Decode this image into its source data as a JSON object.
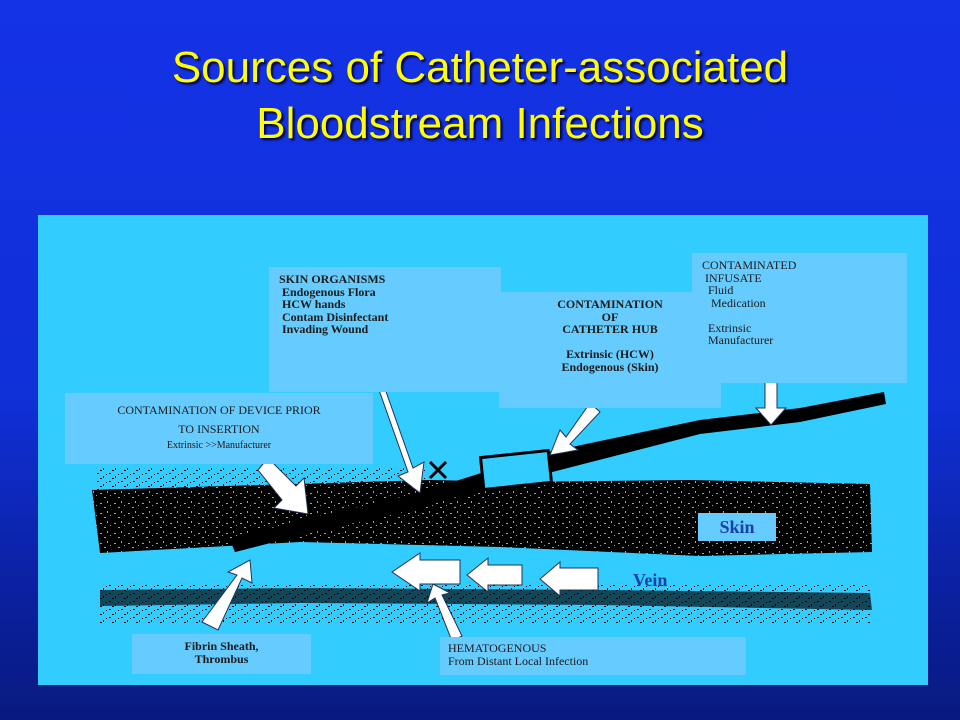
{
  "slide": {
    "title_line1": "Sources of Catheter-associated",
    "title_line2": "Bloodstream Infections"
  },
  "diagram": {
    "skin_organisms": {
      "lines": [
        "SKIN ORGANISMS",
        " Endogenous Flora",
        " HCW hands",
        " Contam Disinfectant",
        " Invading Wound"
      ]
    },
    "catheter_hub": {
      "lines": [
        "CONTAMINATION",
        "OF",
        "CATHETER HUB",
        "",
        "Extrinsic (HCW)",
        "Endogenous (Skin)"
      ]
    },
    "infusate": {
      "lines": [
        "CONTAMINATED",
        " INFUSATE",
        "  Fluid",
        "   Medication",
        "",
        "  Extrinsic",
        "  Manufacturer"
      ]
    },
    "device_prior": {
      "line1": "CONTAMINATION OF DEVICE PRIOR",
      "line2": "TO INSERTION",
      "line3": "Extrinsic >>Manufacturer"
    },
    "fibrin": {
      "line1": "Fibrin Sheath,",
      "line2": "Thrombus"
    },
    "hematogenous": {
      "line1": "HEMATOGENOUS",
      "line2": "From Distant Local Infection"
    },
    "skin_label": "Skin",
    "vein_label": "Vein"
  },
  "colors": {
    "background": "#1432e6",
    "title": "#ffff00",
    "panel": "#33ccff",
    "box": "#66ccff",
    "label_text": "#1c3fa8"
  }
}
